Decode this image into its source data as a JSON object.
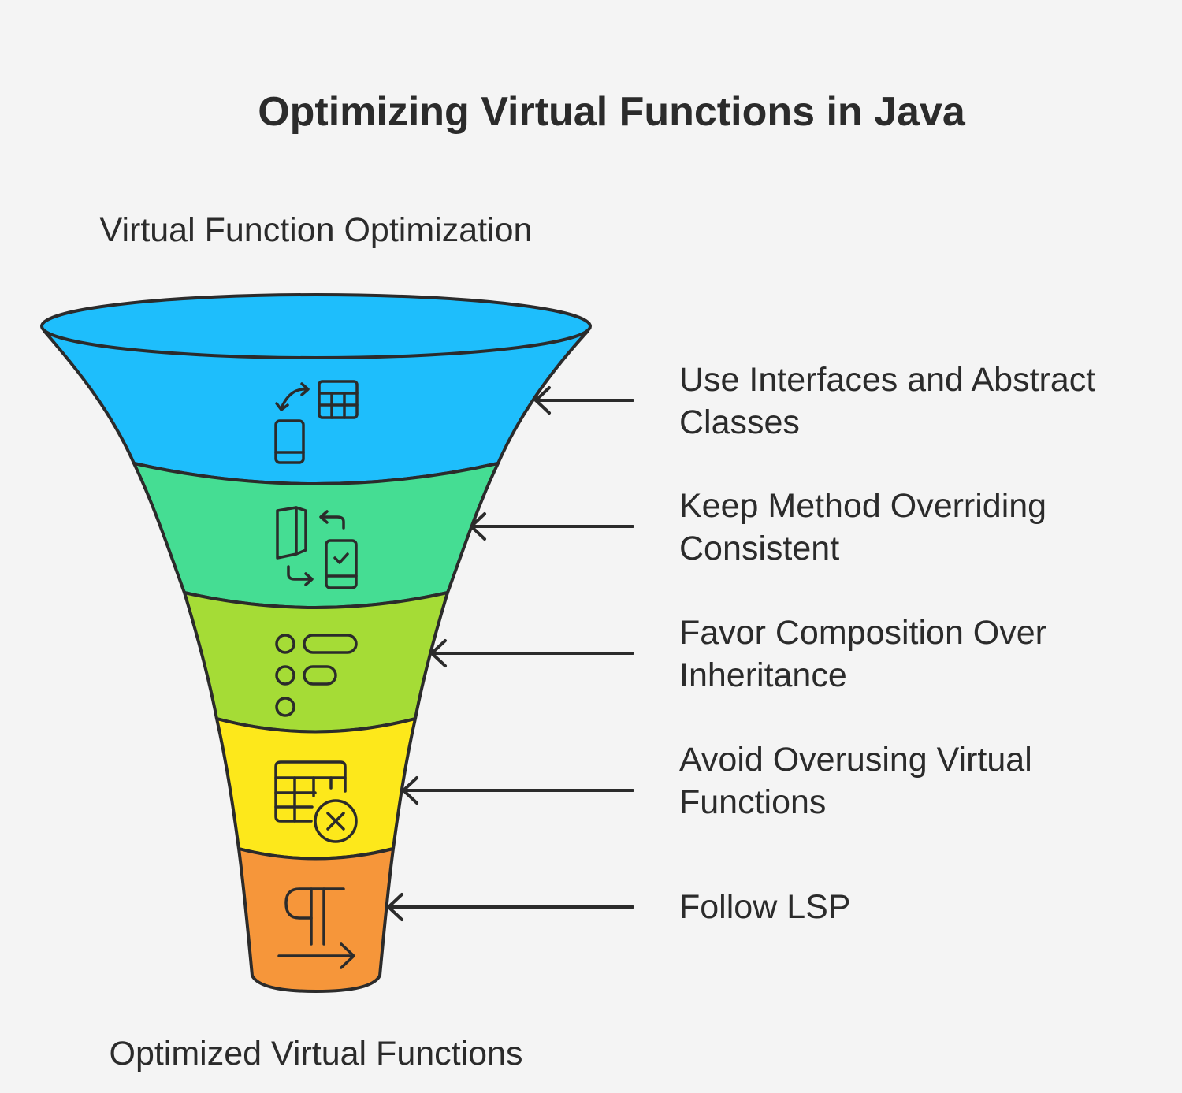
{
  "title": "Optimizing Virtual Functions in Java",
  "funnel": {
    "top_label": "Virtual Function Optimization",
    "bottom_label": "Optimized Virtual Functions"
  },
  "steps": [
    {
      "label": "Use Interfaces and Abstract Classes",
      "color": "#1ebefc",
      "icon": "interface-exchange-icon"
    },
    {
      "label": "Keep Method Overriding Consistent",
      "color": "#45dd93",
      "icon": "override-exchange-icon"
    },
    {
      "label": "Favor Composition Over Inheritance",
      "color": "#a5dc36",
      "icon": "composition-list-icon"
    },
    {
      "label": "Avoid Overusing Virtual Functions",
      "color": "#fde81b",
      "icon": "table-cancel-icon"
    },
    {
      "label": "Follow LSP",
      "color": "#f6963a",
      "icon": "paragraph-arrow-icon"
    }
  ],
  "colors": {
    "background": "#f4f4f4",
    "outline": "#2b2b2b"
  }
}
